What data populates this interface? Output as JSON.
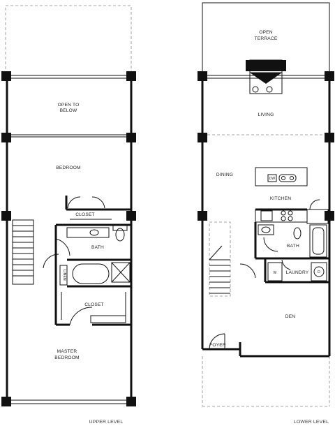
{
  "upper_level": {
    "label": "UPPER LEVEL",
    "rooms": {
      "open_to_below_line1": "OPEN TO",
      "open_to_below_line2": "BELOW",
      "bedroom": "BEDROOM",
      "closet_top": "CLOSET",
      "bath": "BATH",
      "linen": "LINEN",
      "closet_bottom": "CLOSET",
      "master_line1": "MASTER",
      "master_line2": "BEDROOM"
    }
  },
  "lower_level": {
    "label": "LOWER LEVEL",
    "rooms": {
      "terrace_line1": "OPEN",
      "terrace_line2": "TERRACE",
      "living": "LIVING",
      "dining": "DINING",
      "kitchen": "KITCHEN",
      "dw": "DW",
      "bath": "BATH",
      "laundry": "LAUNDRY",
      "washer": "W",
      "dryer": "D",
      "den": "DEN",
      "foyer": "FOYER"
    }
  }
}
